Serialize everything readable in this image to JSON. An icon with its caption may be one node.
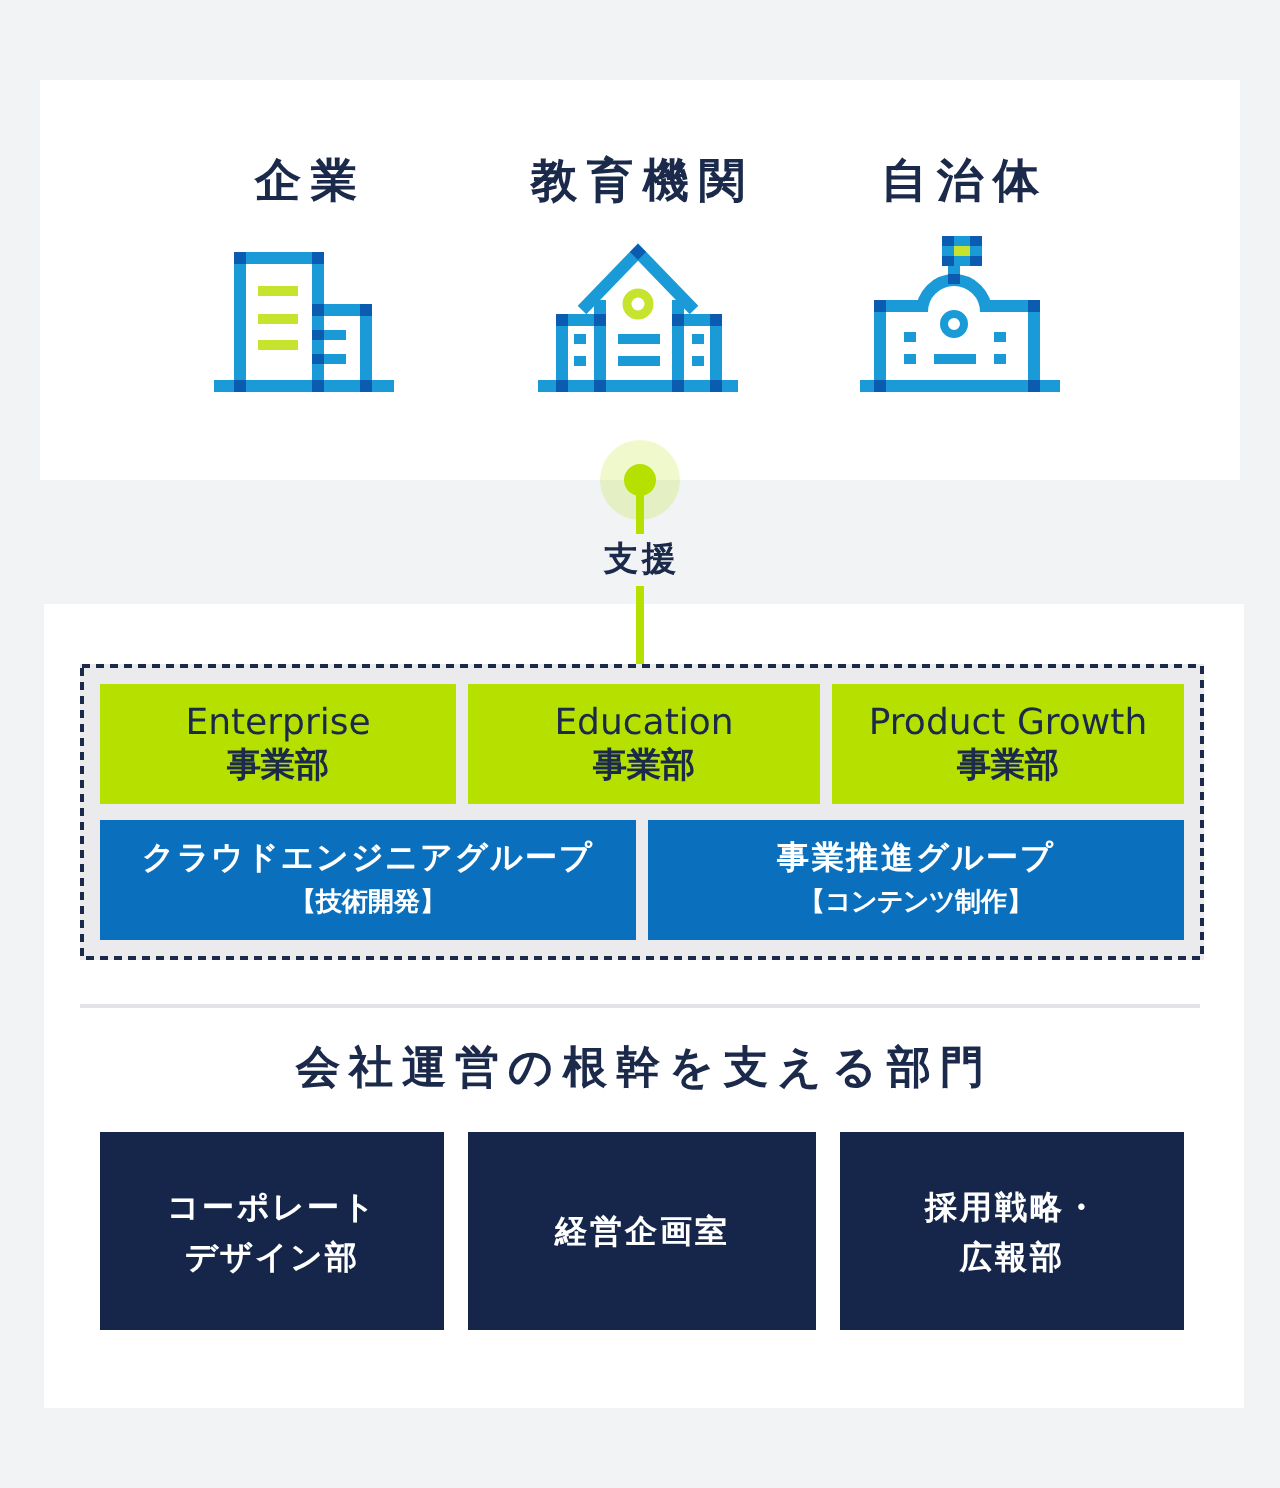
{
  "diagram": {
    "nodes": [
      {
        "text": [
          "企業",
          "教育機関",
          "自治体"
        ]
      },
      {
        "text": [
          "会社運営の根幹を支える部門"
        ]
      },
      {
        "text": [],
        "shape": "box",
        "in": 1
      },
      {
        "text": [
          "Enterprise",
          "事業部"
        ],
        "in": 2
      },
      {
        "text": [
          "Education",
          "事業部"
        ],
        "in": 2
      },
      {
        "text": [
          "Product Growth",
          "事業部"
        ],
        "in": 2
      },
      {
        "text": [
          "クラウドエンジニアグループ",
          "【技術開発】"
        ],
        "in": 2
      },
      {
        "text": [
          "事業推進グループ",
          "【コンテンツ制作】"
        ],
        "in": 2
      },
      {
        "text": [
          "コーポレートデザイン部"
        ],
        "in": 1
      },
      {
        "text": [
          "経営企画室"
        ],
        "in": 1
      },
      {
        "text": [
          "採用戦略・広報部"
        ],
        "in": 1
      }
    ],
    "edges": [
      {
        "from": 0,
        "to": 2,
        "arrow": "other",
        "label": "支援"
      }
    ]
  }
}
